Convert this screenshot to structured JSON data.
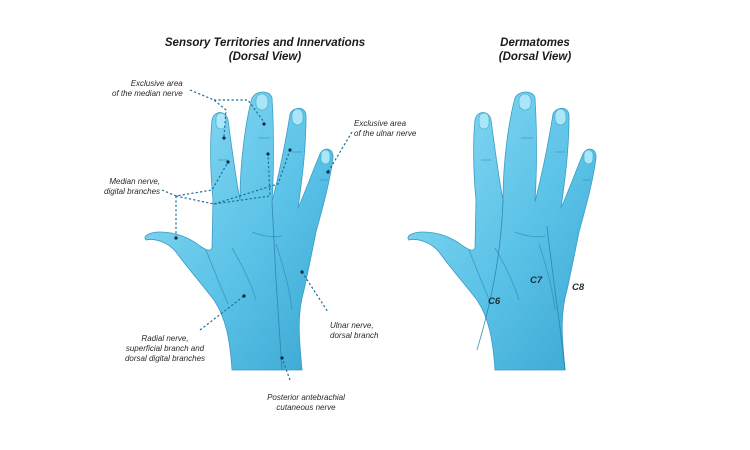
{
  "left_panel": {
    "title_line1": "Sensory Territories and Innervations",
    "title_line2": "(Dorsal View)",
    "labels": {
      "median_exclusive": [
        "Exclusive area",
        "of the median nerve"
      ],
      "ulnar_exclusive": [
        "Exclusive area",
        "of the ulnar nerve"
      ],
      "median_digital": [
        "Median nerve,",
        "digital branches"
      ],
      "ulnar_dorsal": [
        "Ulnar nerve,",
        "dorsal branch"
      ],
      "radial": [
        "Radial nerve,",
        "superficial branch and",
        "dorsal digital branches"
      ],
      "posterior_antebrachial": [
        "Posterior antebrachial",
        "cutaneous nerve"
      ]
    }
  },
  "right_panel": {
    "title_line1": "Dermatomes",
    "title_line2": "(Dorsal View)",
    "dermatomes": [
      "C6",
      "C7",
      "C8"
    ]
  },
  "colors": {
    "skin_light": "#7fd3ef",
    "skin_mid": "#4fb9e2",
    "skin_dark": "#2e9bc9",
    "leader": "#1a6f9a"
  }
}
